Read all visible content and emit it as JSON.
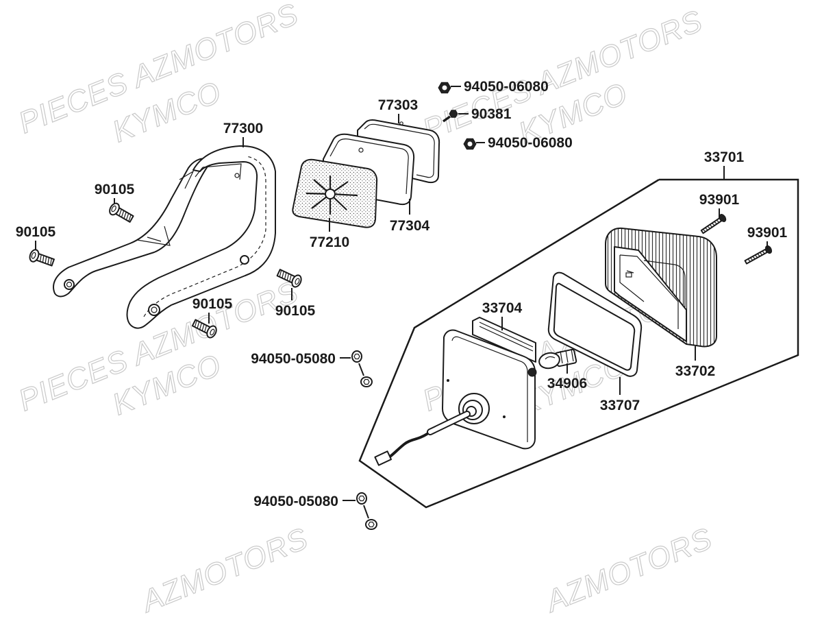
{
  "diagram": {
    "labels": [
      {
        "text": "94050-06080"
      },
      {
        "text": "77303"
      },
      {
        "text": "90381"
      },
      {
        "text": "94050-06080"
      },
      {
        "text": "77300"
      },
      {
        "text": "33701"
      },
      {
        "text": "90105"
      },
      {
        "text": "93901"
      },
      {
        "text": "90105"
      },
      {
        "text": "93901"
      },
      {
        "text": "77304"
      },
      {
        "text": "77210"
      },
      {
        "text": "90105"
      },
      {
        "text": "90105"
      },
      {
        "text": "33704"
      },
      {
        "text": "94050-05080"
      },
      {
        "text": "34906"
      },
      {
        "text": "33702"
      },
      {
        "text": "33707"
      },
      {
        "text": "94050-05080"
      }
    ],
    "watermarks": [
      {
        "text": "PIECES AZMOTORS"
      },
      {
        "text": "KYMCO"
      },
      {
        "text": "PIECES AZMOTORS"
      },
      {
        "text": "KYMCO"
      },
      {
        "text": "PIECES AZMOTORS"
      },
      {
        "text": "KYMCO"
      },
      {
        "text": "PIECES AZMOTORS"
      },
      {
        "text": "KYMCO"
      },
      {
        "text": "AZMOTORS"
      },
      {
        "text": "AZMOTORS"
      }
    ]
  },
  "colors": {
    "line": "#1a1a1a",
    "watermark": "#c9c9c9",
    "background": "#ffffff"
  }
}
